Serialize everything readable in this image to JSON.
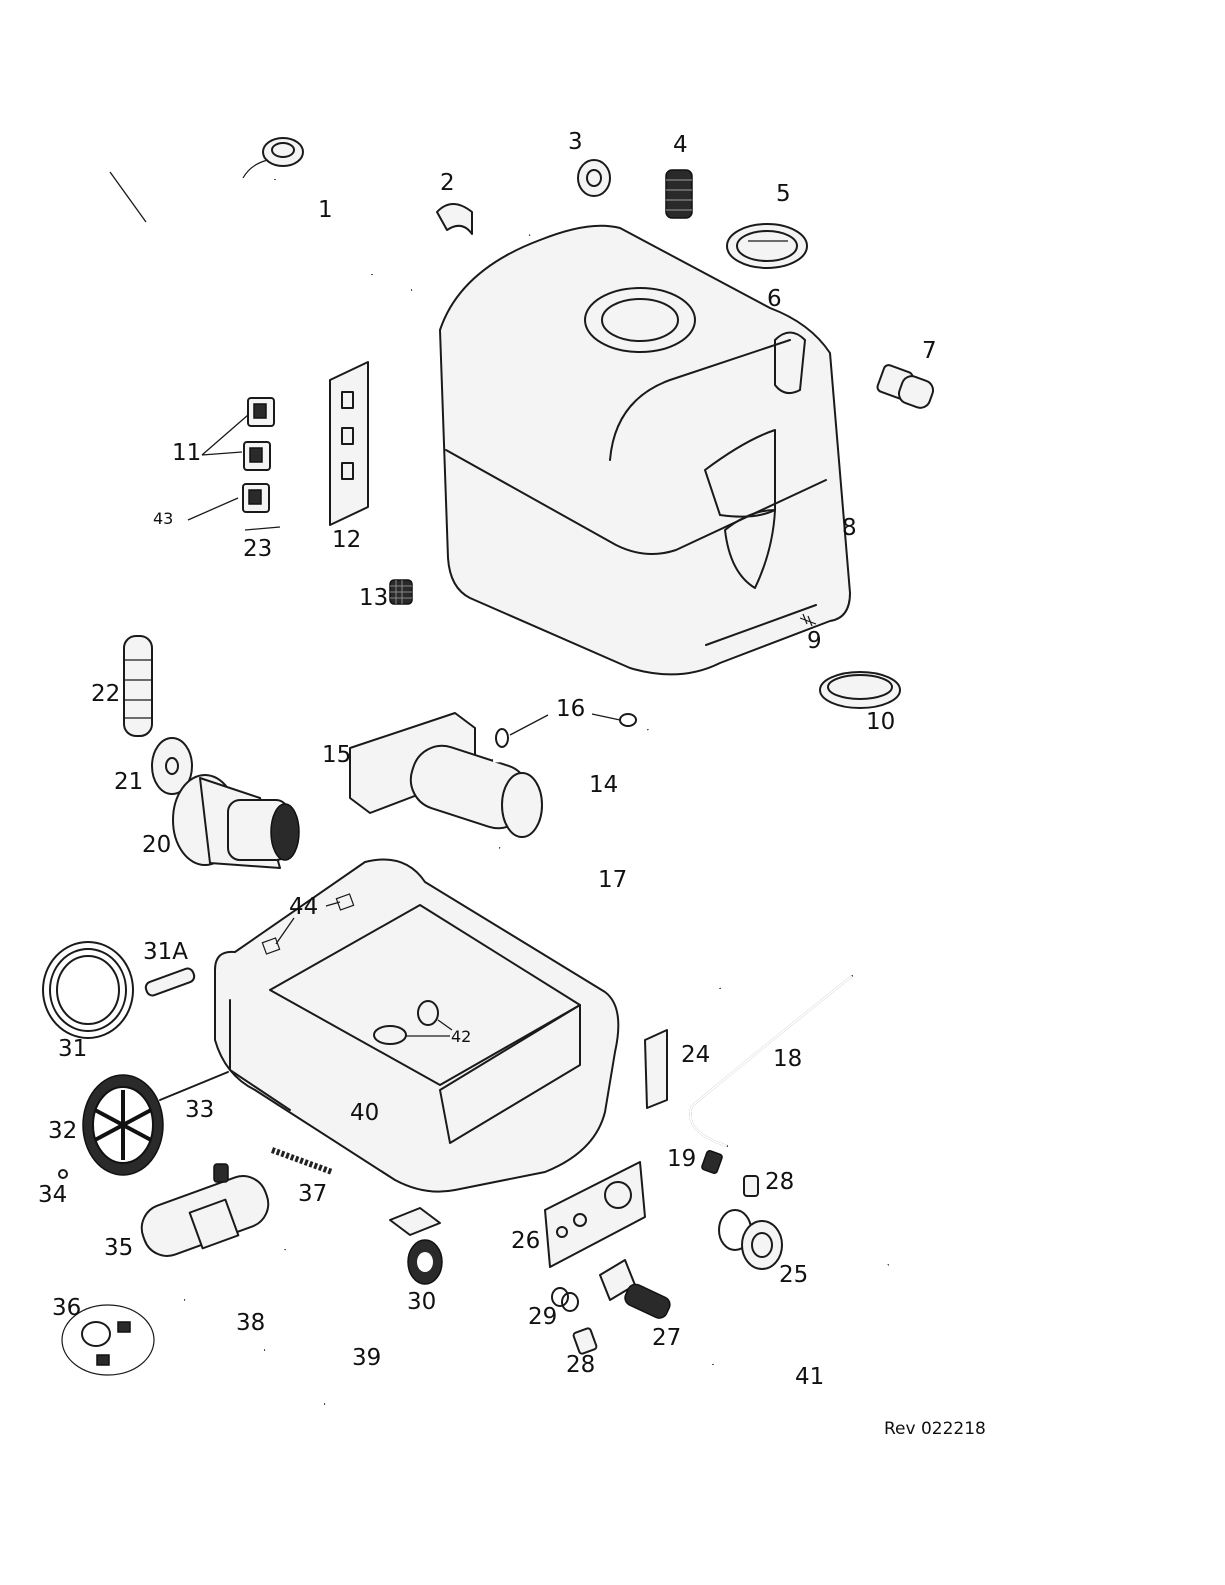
{
  "callouts": {
    "p1": "1",
    "p2": "2",
    "p3": "3",
    "p4": "4",
    "p5": "5",
    "p6": "6",
    "p7": "7",
    "p8": "8",
    "p9": "9",
    "p10": "10",
    "p11": "11",
    "p12": "12",
    "p13": "13",
    "p14": "14",
    "p15": "15",
    "p16": "16",
    "p17": "17",
    "p18": "18",
    "p19": "19",
    "p20": "20",
    "p21": "21",
    "p22": "22",
    "p23": "23",
    "p24": "24",
    "p25": "25",
    "p26": "26",
    "p27": "27",
    "p28a": "28",
    "p28b": "28",
    "p29": "29",
    "p30": "30",
    "p31": "31",
    "p31a": "31A",
    "p32": "32",
    "p33": "33",
    "p34": "34",
    "p35": "35",
    "p36": "36",
    "p37": "37",
    "p38": "38",
    "p39": "39",
    "p40": "40",
    "p41": "41",
    "p42": "42",
    "p43": "43",
    "p44": "44"
  },
  "revision": "Rev 022218"
}
